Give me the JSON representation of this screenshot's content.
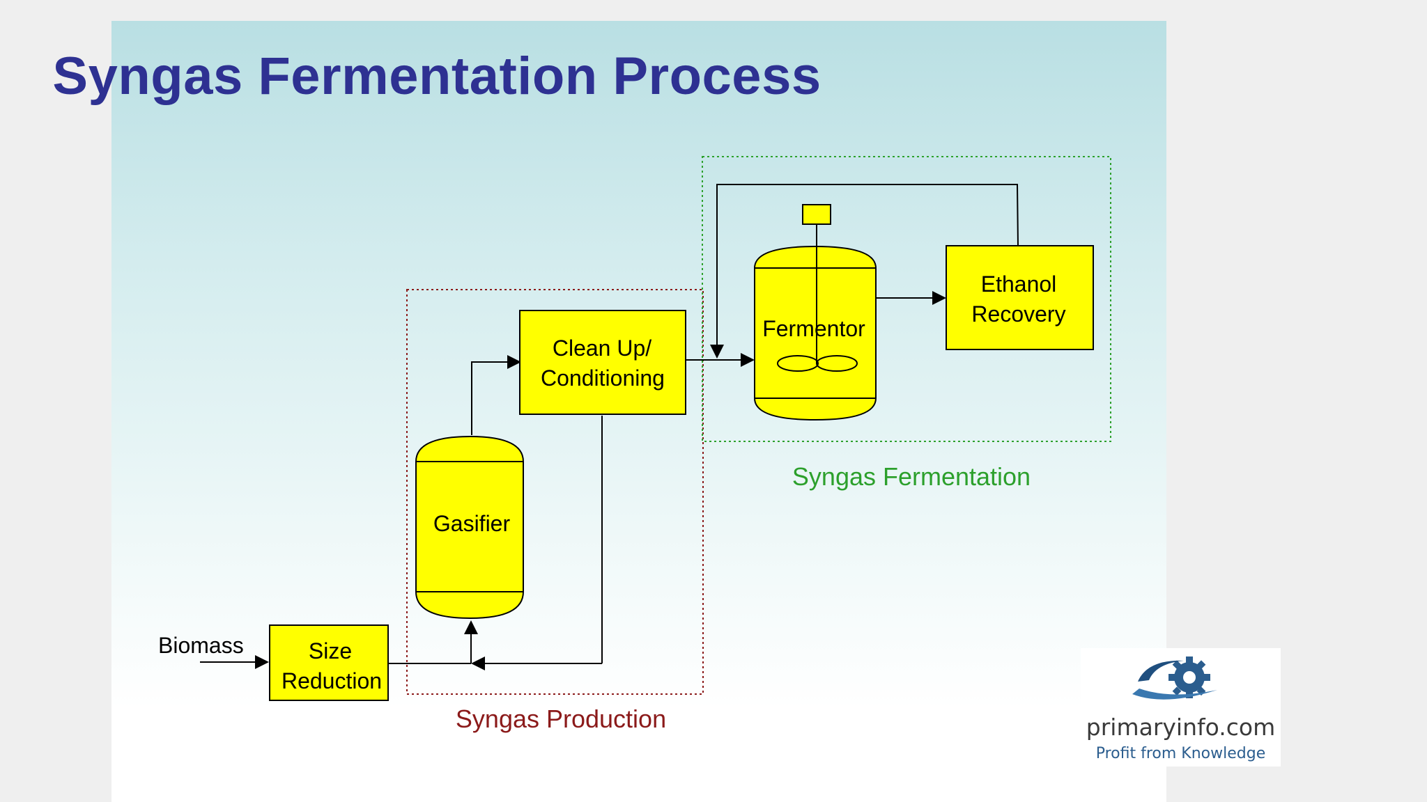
{
  "title": "Syngas Fermentation Process",
  "nodes": {
    "biomass": "Biomass",
    "size_reduction": [
      "Size",
      "Reduction"
    ],
    "gasifier": "Gasifier",
    "clean_up": [
      "Clean Up/",
      "Conditioning"
    ],
    "fermentor": "Fermentor",
    "ethanol_recovery": [
      "Ethanol",
      "Recovery"
    ]
  },
  "groups": {
    "syngas_production": "Syngas Production",
    "syngas_fermentation": "Syngas Fermentation"
  },
  "logo": {
    "name": "primaryinfo.com",
    "tagline": "Profit from Knowledge",
    "icon": "gear-swoosh-icon"
  },
  "colors": {
    "title": "#2e3192",
    "box_fill": "#ffff00",
    "production_label": "#8b1a1a",
    "fermentation_label": "#2ca02c"
  }
}
